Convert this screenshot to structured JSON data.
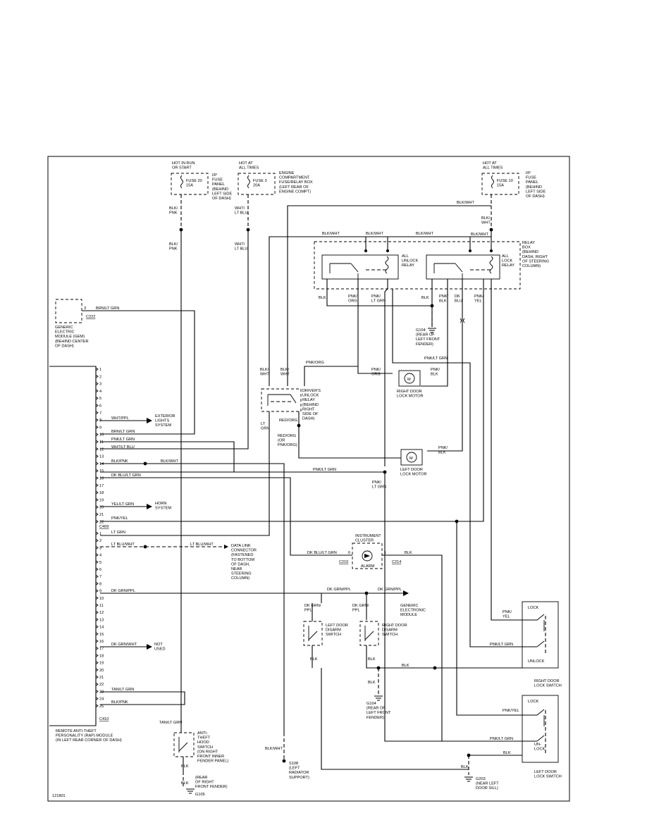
{
  "figure_id": "121801",
  "fuses": {
    "f20_hot": "HOT IN RUN\nOR START",
    "f20_name": "FUSE 20\n15A",
    "f20_loc": "I/P\nFUSE\nPANEL\n(BEHIND\nLEFT SIDE\nOF DASH)",
    "f3_hot": "HOT AT\nALL TIMES",
    "f3_name": "FUSE 3\n20A",
    "f3_loc": "ENGINE\nCOMPARTMENT\nFUSE/RELAY BOX\n(LEFT REAR OF\nENGINE COMPT)",
    "f10_hot": "HOT AT\nALL TIMES",
    "f10_name": "FUSE 10\n15A",
    "f10_loc": "I/P\nFUSE\nPANEL\n(BEHIND\nLEFT SIDE\nOF DASH)"
  },
  "relay_box": {
    "label": "RELAY\nBOX\n(BEHIND\nDASH, RIGHT\nOF STEERING\nCOLUMN)",
    "unlock_relay": "ALL\nUNLOCK\nRELAY",
    "lock_relay": "ALL\nLOCK\nRELAY"
  },
  "driver_relay": "DRIVER'S\nUNLOCK\nRELAY\n(BEHIND\nRIGHT\nSIDE OF\nDASH)",
  "gem_top": {
    "label": "GENERIC\nELECTRIC\nMODULE (GEM)\n(BEHIND CENTER\nOF DASH)",
    "pin": "3",
    "conn": "C222"
  },
  "module": {
    "label": "REMOTE ANTI-THEFT\nPERSONALITY (RAP) MODULE\n(IN LEFT REAR CORNER OF DASH)",
    "conn_a": "C409",
    "conn_b": "C410",
    "pins_a": [
      "1",
      "2",
      "3",
      "4",
      "5",
      "6",
      "7",
      "8",
      "9",
      "10",
      "11",
      "12",
      "13",
      "14",
      "15",
      "16",
      "17",
      "18",
      "19",
      "20",
      "21",
      "22"
    ],
    "pins_b": [
      "1",
      "2",
      "3",
      "4",
      "5",
      "6",
      "7",
      "8",
      "9",
      "10",
      "11",
      "12",
      "13",
      "14",
      "15",
      "16",
      "17",
      "18",
      "19",
      "20",
      "21",
      "22",
      "23",
      "24",
      "25"
    ]
  },
  "wires": {
    "blk_pnk": "BLK/\nPNK",
    "wht_ltblu": "WHT/\nLT BLU",
    "blk_wht": "BLK/WHT",
    "blk_wht_v": "BLK/\nWHT",
    "brn_ltgrn": "BRN/LT GRN",
    "wht_ppl": "WHT/PPL",
    "pnk_ltgrn": "PNK/LT GRN",
    "pnk_ltgrn_v": "PNK/\nLT GRN",
    "wht_ltblu_h": "WHT/LT BLU",
    "blk_pnk_h": "BLK/PNK",
    "dkblu_ltgrn": "DK BLU/LT GRN",
    "yel_ltgrn": "YEL/LT GRN",
    "pnk_yel": "PNK/YEL",
    "pnk_yel_v": "PNK/\nYEL",
    "lt_grn": "LT GRN",
    "lt_grn_v": "LT\nGRN",
    "ltblu_wht": "LT BLU/WHT",
    "dkgrn_ppl": "DK GRN/PPL",
    "dkgrn_ppl_v": "DK GRN/\nPPL",
    "dkgrn_wht": "DK GRN/WHT",
    "tan_ltgrn": "TAN/LT GRN",
    "blk": "BLK",
    "pnk_org": "PNK/ORG",
    "pnk_org_v": "PNK/\nORG",
    "pnk_blk_v": "PNK/\nBLK",
    "dk_blu_v": "DK\nBLU",
    "red_org": "RED/ORG",
    "red_org_or": "RED/ORG\n(OR\nPNK/ORG)"
  },
  "components": {
    "ext_lights": "EXTERIOR\nLIGHTS\nSYSTEM",
    "horn": "HORN\nSYSTEM",
    "dlc": "DATA LINK\nCONNECTOR\n(FASTENED\nTO BOTTOM\nOF DASH,\nNEAR\nSTEERING\nCOLUMN)",
    "not_used": "NOT\nUSED",
    "cluster": "INSTRUMENT\nCLUSTER",
    "alarm": "ALARM",
    "c216": "C216",
    "c214": "C214",
    "pin6": "6",
    "pin1": "1",
    "gem_bottom": "GENERIC\nELECTRONIC\nMODULE",
    "right_motor": "RIGHT DOOR\nLOCK MOTOR",
    "left_motor": "LEFT DOOR\nLOCK MOTOR",
    "left_disarm": "LEFT DOOR\nDISARM\nSWITCH",
    "right_disarm": "RIGHT DOOR\nDISARM\nSWITCH",
    "hood_switch": "ANTI-\nTHEFT\nHOOD\nSWITCH\n(ON RIGHT\nFRONT INNER\nFENDER PANEL)",
    "right_lock_switch": "RIGHT DOOR\nLOCK SWITCH",
    "left_lock_switch": "LEFT DOOR\nLOCK SWITCH",
    "lock": "LOCK",
    "unlock": "UNLOCK",
    "un_lock": "UN-\nLOCK",
    "motor_m": "M"
  },
  "grounds": {
    "g104_a": "G104\n(REAR OF\nLEFT FRONT\nFENDER)",
    "g104_b": "G104\n(REAR OF\nLEFT FRONT\nFENDER)",
    "g105": "(REAR\nOF RIGHT\nFRONT FENDER)",
    "g105_id": "G105",
    "s108": "S108\n(LEFT\nRADIATOR\nSUPPORT)",
    "g203": "G203\n(NEAR LEFT\nDOOR SILL)"
  }
}
